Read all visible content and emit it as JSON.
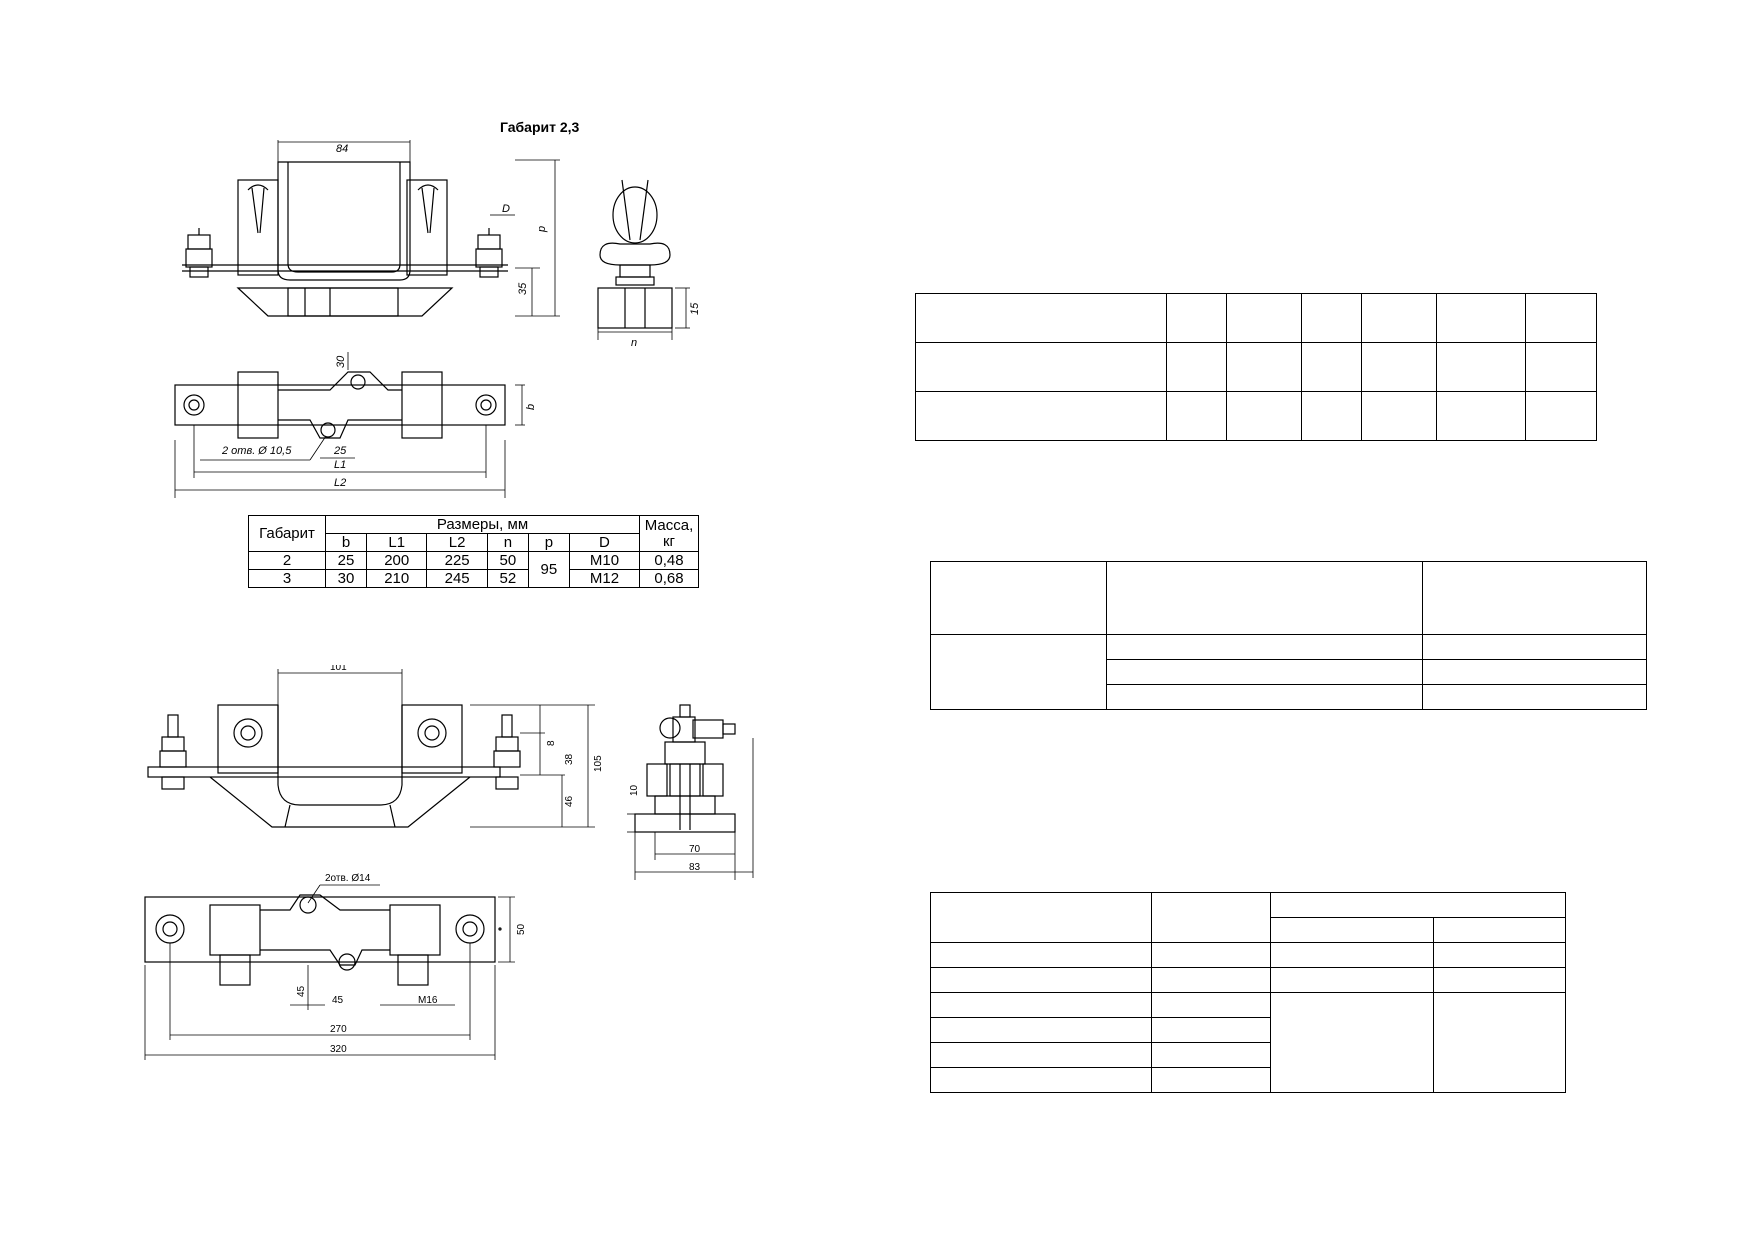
{
  "title": "Габарит 2,3",
  "drawing1": {
    "dims": {
      "top_width": "84",
      "diameter_label": "D",
      "height_p": "p",
      "base_35": "35",
      "base_15": "15",
      "width_n": "n",
      "dim_30": "30",
      "dim_b": "b",
      "holes": "2 отв. Ø 10,5",
      "dim_25": "25",
      "dim_L1": "L1",
      "dim_L2": "L2"
    }
  },
  "spec_table": {
    "header_gabarit": "Габарит",
    "header_sizes": "Размеры, мм",
    "header_mass": "Масса, кг",
    "columns": [
      "b",
      "L1",
      "L2",
      "n",
      "p",
      "D"
    ],
    "rows": [
      {
        "gabarit": "2",
        "b": "25",
        "L1": "200",
        "L2": "225",
        "n": "50",
        "D": "M10",
        "mass": "0,48"
      },
      {
        "gabarit": "3",
        "b": "30",
        "L1": "210",
        "L2": "245",
        "n": "52",
        "D": "M12",
        "mass": "0,68"
      }
    ],
    "p_value": "95"
  },
  "drawing2": {
    "dims": {
      "top_width": "101",
      "d8": "8",
      "d38": "38",
      "d105": "105",
      "d46": "46",
      "d10": "10",
      "d70": "70",
      "d83": "83",
      "holes": "2отв. Ø14",
      "d50": "50",
      "d45v": "45",
      "d45h": "45",
      "m16": "M16",
      "d270": "270",
      "d320": "320"
    }
  }
}
